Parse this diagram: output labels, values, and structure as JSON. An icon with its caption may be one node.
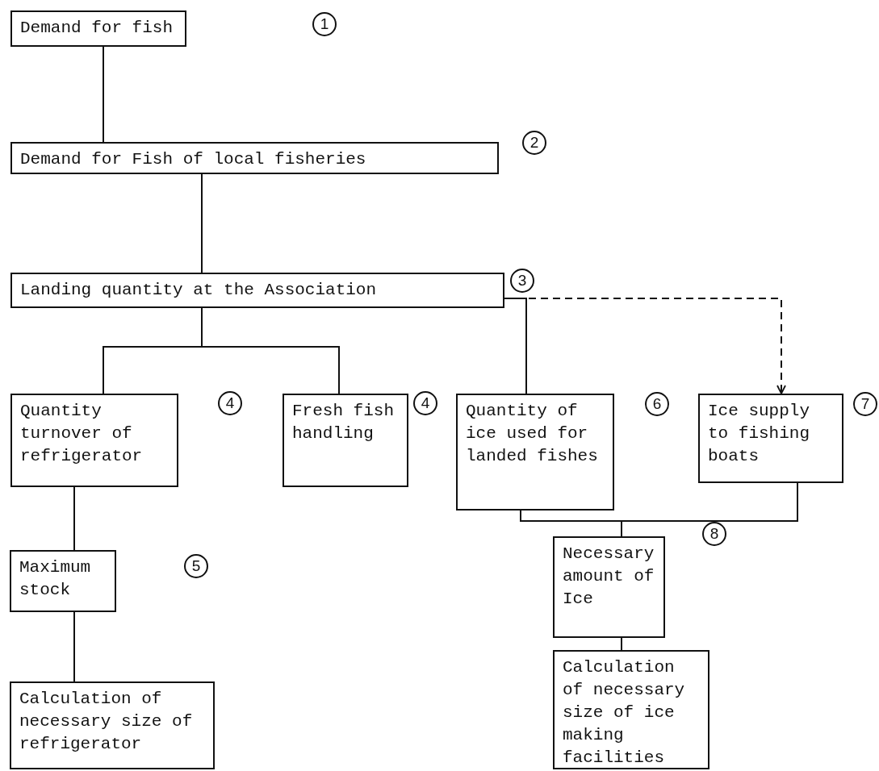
{
  "diagram": {
    "nodes": [
      {
        "text": [
          "Demand for fish"
        ],
        "beside": [
          "1"
        ]
      },
      {
        "text": [
          "Demand for Fish of local fisheries"
        ],
        "beside": [
          "2"
        ]
      },
      {
        "text": [
          "Landing quantity at the Association"
        ],
        "beside": [
          "3"
        ]
      },
      {
        "text": [
          "Quantity turnover of refrigerator"
        ],
        "beside": [
          "4"
        ]
      },
      {
        "text": [
          "Fresh fish handling"
        ],
        "beside": [
          "4"
        ]
      },
      {
        "text": [
          "Quantity of ice used for landed fishes"
        ],
        "beside": [
          "6"
        ]
      },
      {
        "text": [
          "Ice supply to fishing boats"
        ],
        "beside": [
          "7"
        ]
      },
      {
        "text": [
          "Maximum stock"
        ],
        "beside": [
          "5"
        ]
      },
      {
        "text": [
          "Necessary amount of Ice"
        ],
        "beside": [
          "8"
        ]
      },
      {
        "text": [
          "Calculation of necessary size of refrigerator"
        ]
      },
      {
        "text": [
          "Calculation of necessary size of ice making facilities"
        ]
      }
    ],
    "edges": [
      {
        "from": 0,
        "to": 1,
        "arrow": "none"
      },
      {
        "from": 1,
        "to": 2,
        "arrow": "none"
      },
      {
        "from": 2,
        "to": 3,
        "arrow": "none"
      },
      {
        "from": 2,
        "to": 4,
        "arrow": "none"
      },
      {
        "from": 2,
        "to": 5,
        "arrow": "none"
      },
      {
        "from": 2,
        "to": 6,
        "arrow": "to",
        "style": "dashed"
      },
      {
        "from": 3,
        "to": 7,
        "arrow": "none"
      },
      {
        "from": 7,
        "to": 9,
        "arrow": "none"
      },
      {
        "from": 5,
        "to": 8,
        "arrow": "none"
      },
      {
        "from": 6,
        "to": 8,
        "arrow": "none"
      },
      {
        "from": 8,
        "to": 10,
        "arrow": "none"
      }
    ]
  }
}
